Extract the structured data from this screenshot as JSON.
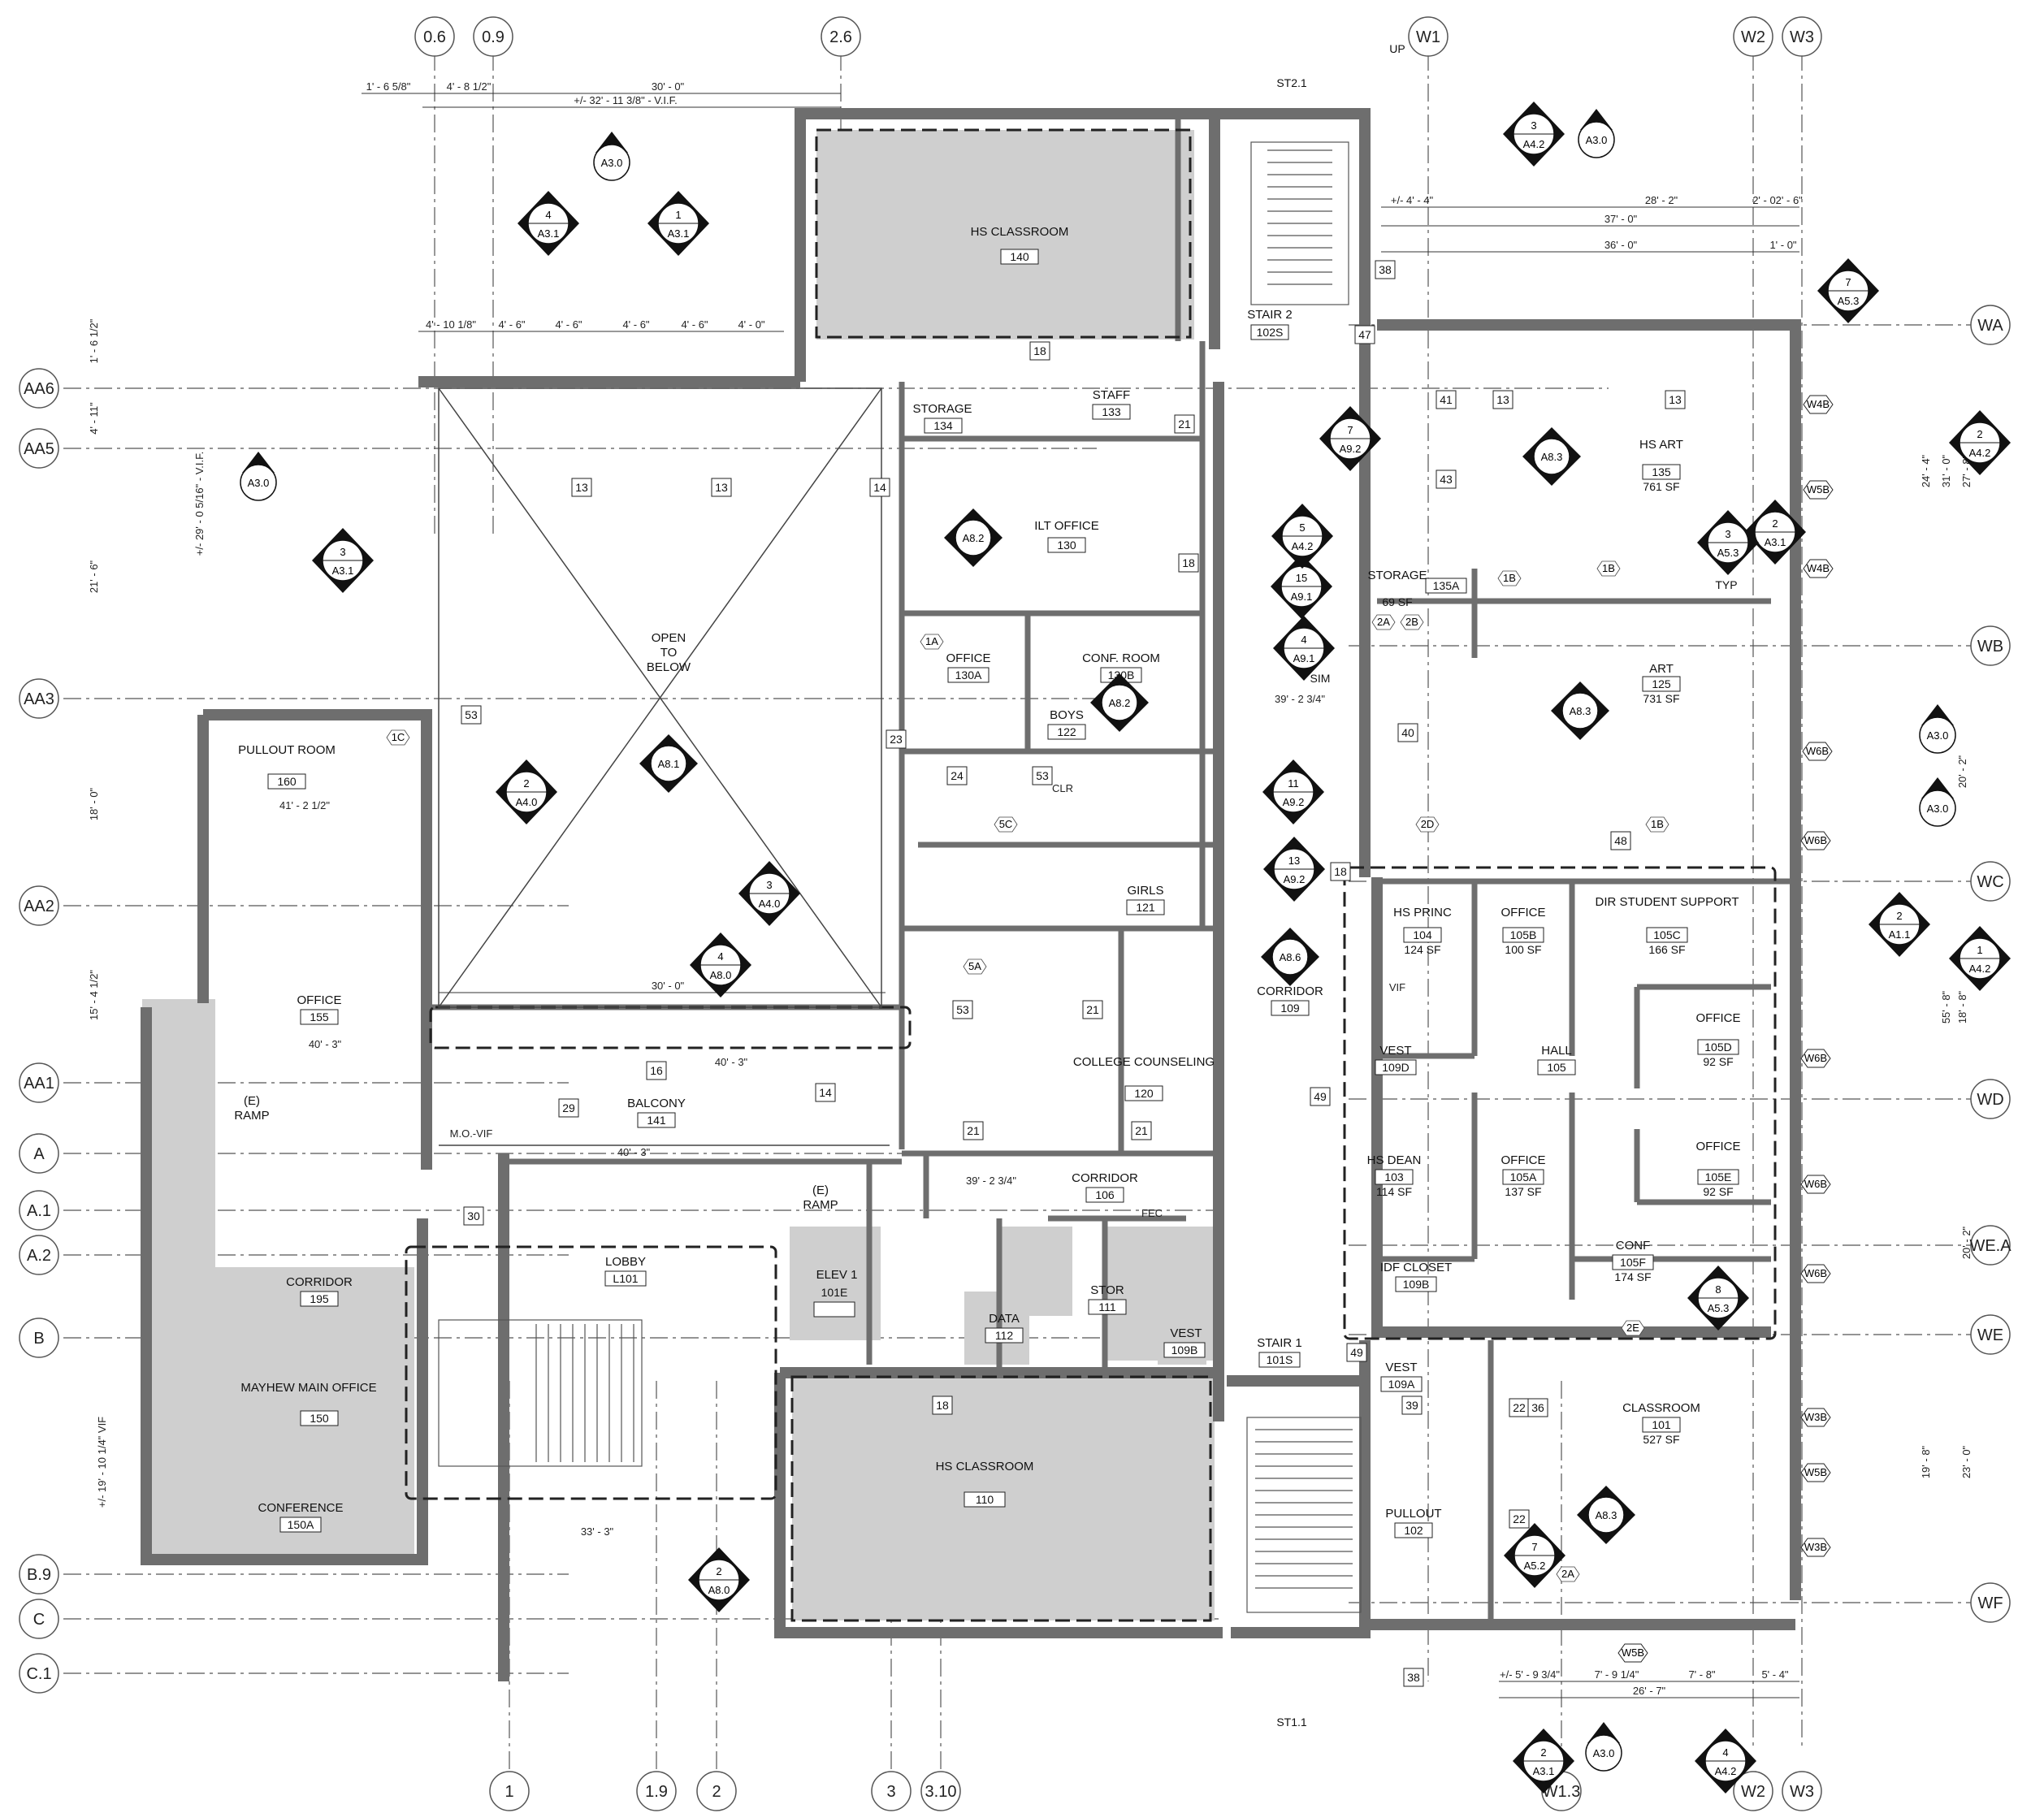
{
  "colors": {
    "wall": "#6e6e6e",
    "shaded": "#cfcfcf",
    "line": "#333333",
    "background": "#ffffff"
  },
  "grid_top": [
    "0.6",
    "0.9",
    "2.6",
    "W1",
    "W2",
    "W3"
  ],
  "grid_bottom": [
    "1",
    "1.9",
    "2",
    "3",
    "3.10",
    "W1.3",
    "W2",
    "W3"
  ],
  "grid_left": [
    "AA6",
    "AA5",
    "AA3",
    "AA2",
    "AA1",
    "A",
    "A.1",
    "A.2",
    "B",
    "B.9",
    "C",
    "C.1"
  ],
  "grid_right": [
    "WA",
    "WB",
    "WC",
    "WD",
    "WE.A",
    "WE",
    "WF"
  ],
  "rooms": [
    {
      "name": "HS CLASSROOM",
      "number": "140"
    },
    {
      "name": "STORAGE",
      "number": "134"
    },
    {
      "name": "STAFF",
      "number": "133"
    },
    {
      "name": "ILT OFFICE",
      "number": "130"
    },
    {
      "name": "STAIR 2",
      "number": "102S"
    },
    {
      "name": "OFFICE",
      "number": "130A"
    },
    {
      "name": "CONF. ROOM",
      "number": "130B"
    },
    {
      "name": "BOYS",
      "number": "122"
    },
    {
      "name": "GIRLS",
      "number": "121"
    },
    {
      "name": "COLLEGE COUNSELING",
      "number": "120"
    },
    {
      "name": "BALCONY",
      "number": "141"
    },
    {
      "name": "PULLOUT ROOM",
      "number": "160"
    },
    {
      "name": "OFFICE",
      "number": "155"
    },
    {
      "name": "CORRIDOR",
      "number": "195"
    },
    {
      "name": "MAYHEW MAIN OFFICE",
      "number": "150"
    },
    {
      "name": "CONFERENCE",
      "number": "150A"
    },
    {
      "name": "LOBBY",
      "number": "L101"
    },
    {
      "name": "ELEV 1",
      "number": "101E"
    },
    {
      "name": "DATA",
      "number": "112"
    },
    {
      "name": "STOR",
      "number": "111"
    },
    {
      "name": "VEST",
      "number": "109B"
    },
    {
      "name": "HS CLASSROOM",
      "number": "110"
    },
    {
      "name": "STAIR 1",
      "number": "101S"
    },
    {
      "name": "CORRIDOR",
      "number": "106"
    },
    {
      "name": "CORRIDOR",
      "number": "109"
    },
    {
      "name": "HS ART",
      "number": "135"
    },
    {
      "name": "STORAGE",
      "number": "135A"
    },
    {
      "name": "ART",
      "number": "125"
    },
    {
      "name": "HS PRINC",
      "number": "104"
    },
    {
      "name": "OFFICE",
      "number": "105B"
    },
    {
      "name": "DIR STUDENT SUPPORT",
      "number": "105C"
    },
    {
      "name": "VEST",
      "number": "109D"
    },
    {
      "name": "HALL",
      "number": "105"
    },
    {
      "name": "OFFICE",
      "number": "105D"
    },
    {
      "name": "HS DEAN",
      "number": "103"
    },
    {
      "name": "OFFICE",
      "number": "105A"
    },
    {
      "name": "OFFICE",
      "number": "105E"
    },
    {
      "name": "CONF",
      "number": "105F"
    },
    {
      "name": "IDF CLOSET",
      "number": "109B"
    },
    {
      "name": "VEST",
      "number": "109A"
    },
    {
      "name": "CLASSROOM",
      "number": "101"
    },
    {
      "name": "PULLOUT",
      "number": "102"
    }
  ],
  "areas": {
    "hs_art": "761 SF",
    "storage_135a": "69 SF",
    "art": "731 SF",
    "hs_princ": "124 SF",
    "office_105b": "100 SF",
    "dir_support": "166 SF",
    "office_105d": "92 SF",
    "hs_dean": "114 SF",
    "office_105a": "137 SF",
    "office_105e": "92 SF",
    "conf": "174 SF",
    "classroom_101": "527 SF"
  },
  "open_to_below": "OPEN\nTO\nBELOW",
  "dims": {
    "top1": "1' - 6 5/8\"",
    "top2": "4' - 8 1/2\"",
    "top3": "30' - 0\"",
    "top4": "+/- 32' - 11 3/8\" - V.I.F.",
    "top_sub": [
      "4' - 10 1/8\"",
      "4' - 6\"",
      "4' - 6\"",
      "4' - 6\"",
      "4' - 6\"",
      "4' - 0\""
    ],
    "right_top": [
      "+/- 4' - 4\"",
      "28' - 2\"",
      "2' - 02' - 6\"",
      "37' - 0\"",
      "36' - 0\"",
      "1' - 0\""
    ],
    "right_side": [
      "31' - 0\"",
      "27' - 8\"",
      "24' - 4\"",
      "55' - 8\"",
      "18' - 8\"",
      "20' - 2\"",
      "23' - 0\"",
      "19' - 8\"",
      "20' - 2\""
    ],
    "left_side": [
      "1' - 6 1/2\"",
      "4' - 11\"",
      "21' - 6\"",
      "18' - 0\"",
      "15' - 4 1/2\"",
      "+/- 29' - 0 5/16\" - V.I.F.",
      "+/- 19' - 10 1/4\" VIF"
    ],
    "bottom_right": [
      "+/- 5' - 9 3/4\"",
      "7' - 9 1/4\"",
      "7' - 8\"",
      "5' - 4\"",
      "26' - 7\""
    ],
    "balcony": "30' - 0\"",
    "elev_marks": [
      "41' - 2 1/2\"",
      "40' - 3\"",
      "40' - 3\"",
      "39' - 2 3/4\"",
      "39' - 2 3/4\"",
      "33' - 3\"",
      "40' - 3\""
    ]
  },
  "labels": {
    "ramp1": "(E)\nRAMP",
    "ramp2": "(E)\nRAMP",
    "up": "UP",
    "st21": "ST2.1",
    "st11": "ST1.1",
    "sim": "SIM",
    "typ": "TYP",
    "vif": "VIF",
    "fec": "FEC",
    "mo_vif": "M.O.-VIF",
    "clr": "CLR"
  },
  "section_markers": [
    {
      "num": "4",
      "sheet": "A3.1"
    },
    {
      "num": "1",
      "sheet": "A3.1"
    },
    {
      "num": "3",
      "sheet": "A3.1"
    },
    {
      "num": "2",
      "sheet": "A3.1"
    },
    {
      "num": "3",
      "sheet": "A4.2"
    },
    {
      "num": "2",
      "sheet": "A4.0"
    },
    {
      "num": "3",
      "sheet": "A4.0"
    },
    {
      "num": "4",
      "sheet": "A8.0"
    },
    {
      "num": "2",
      "sheet": "A8.0"
    },
    {
      "num": "7",
      "sheet": "A5.3"
    },
    {
      "num": "3",
      "sheet": "A5.3"
    },
    {
      "num": "8",
      "sheet": "A5.3"
    },
    {
      "num": "7",
      "sheet": "A5.2"
    },
    {
      "num": "7",
      "sheet": "A9.2"
    },
    {
      "num": "11",
      "sheet": "A9.2"
    },
    {
      "num": "13",
      "sheet": "A9.2"
    },
    {
      "num": "15",
      "sheet": "A9.1"
    },
    {
      "num": "4",
      "sheet": "A9.1"
    },
    {
      "num": "5",
      "sheet": "A4.2"
    },
    {
      "num": "2",
      "sheet": "A1.1"
    },
    {
      "num": "2",
      "sheet": "A4.2"
    },
    {
      "num": "1",
      "sheet": "A4.2"
    },
    {
      "num": "4",
      "sheet": "A4.2"
    },
    {
      "num": "2",
      "sheet": "A3.1"
    }
  ],
  "elev_markers": [
    "A8.1",
    "A8.2",
    "A8.2",
    "A8.3",
    "A8.3",
    "A8.3",
    "A8.6"
  ],
  "ref_markers": [
    "A3.0",
    "A3.0",
    "A3.0",
    "A3.0",
    "A3.0",
    "A3.0"
  ],
  "keynotes": [
    "13",
    "13",
    "13",
    "13",
    "14",
    "14",
    "16",
    "18",
    "18",
    "18",
    "18",
    "21",
    "21",
    "21",
    "21",
    "22",
    "22",
    "23",
    "24",
    "29",
    "30",
    "36",
    "38",
    "38",
    "39",
    "40",
    "41",
    "43",
    "47",
    "48",
    "49",
    "49",
    "53",
    "53",
    "53"
  ],
  "wall_tags": [
    "W4B",
    "W5B",
    "W4B",
    "W6B",
    "W6B",
    "W6B",
    "W6B",
    "W6B",
    "W3B",
    "W5B",
    "W3B",
    "W5B"
  ],
  "door_tags": [
    "1A",
    "1B",
    "1B",
    "1B",
    "2A",
    "2B",
    "2D",
    "2E",
    "5A",
    "5C",
    "1C",
    "2A"
  ]
}
